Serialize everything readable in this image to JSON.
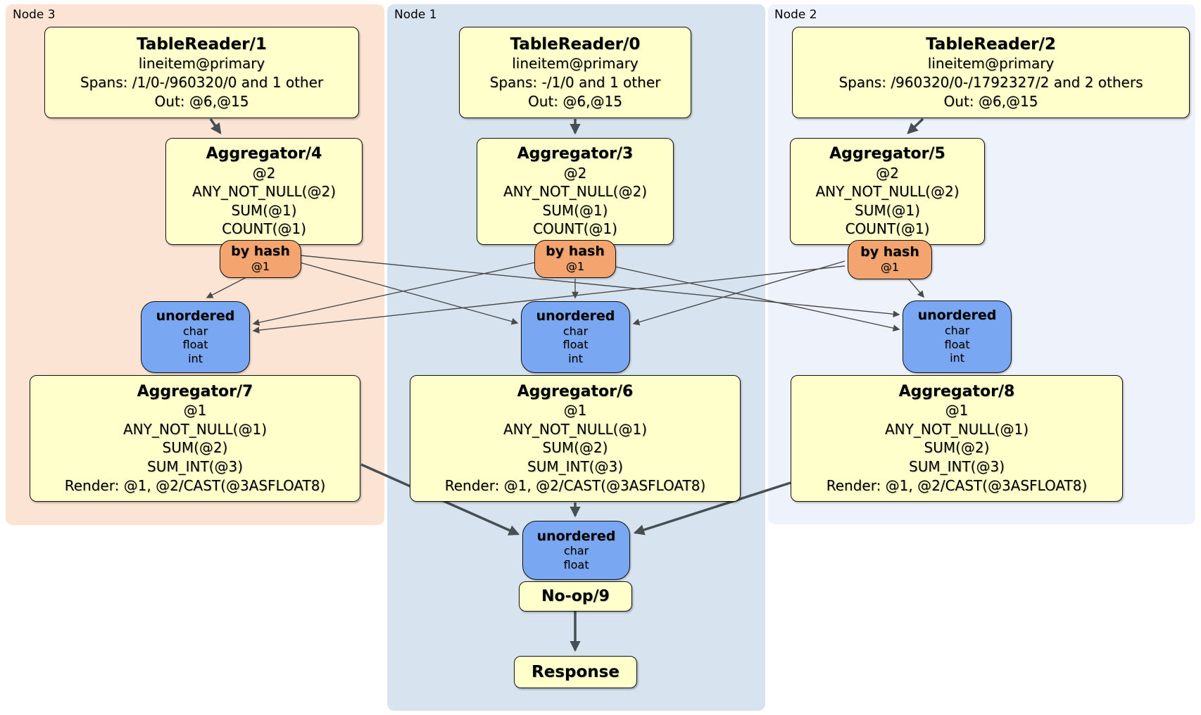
{
  "diagram": {
    "regions": {
      "node3": {
        "label": "Node 3"
      },
      "node1": {
        "label": "Node 1"
      },
      "node2": {
        "label": "Node 2"
      }
    },
    "processors": {
      "tablereader1": {
        "title": "TableReader/1",
        "lines": [
          "lineitem@primary",
          "Spans: /1/0-/960320/0 and 1 other",
          "Out: @6,@15"
        ]
      },
      "aggregator4": {
        "title": "Aggregator/4",
        "lines": [
          "@2",
          "ANY_NOT_NULL(@2)",
          "SUM(@1)",
          "COUNT(@1)"
        ]
      },
      "byhash3": {
        "title": "by hash",
        "lines": [
          "@1"
        ]
      },
      "unordered3": {
        "title": "unordered",
        "lines": [
          "char",
          "float",
          "int"
        ]
      },
      "aggregator7": {
        "title": "Aggregator/7",
        "lines": [
          "@1",
          "ANY_NOT_NULL(@1)",
          "SUM(@2)",
          "SUM_INT(@3)",
          "Render: @1, @2/CAST(@3ASFLOAT8)"
        ]
      },
      "tablereader0": {
        "title": "TableReader/0",
        "lines": [
          "lineitem@primary",
          "Spans: -/1/0 and 1 other",
          "Out: @6,@15"
        ]
      },
      "aggregator3": {
        "title": "Aggregator/3",
        "lines": [
          "@2",
          "ANY_NOT_NULL(@2)",
          "SUM(@1)",
          "COUNT(@1)"
        ]
      },
      "byhash1": {
        "title": "by hash",
        "lines": [
          "@1"
        ]
      },
      "unordered1": {
        "title": "unordered",
        "lines": [
          "char",
          "float",
          "int"
        ]
      },
      "aggregator6": {
        "title": "Aggregator/6",
        "lines": [
          "@1",
          "ANY_NOT_NULL(@1)",
          "SUM(@2)",
          "SUM_INT(@3)",
          "Render: @1, @2/CAST(@3ASFLOAT8)"
        ]
      },
      "tablereader2": {
        "title": "TableReader/2",
        "lines": [
          "lineitem@primary",
          "Spans: /960320/0-/1792327/2 and 2 others",
          "Out: @6,@15"
        ]
      },
      "aggregator5": {
        "title": "Aggregator/5",
        "lines": [
          "@2",
          "ANY_NOT_NULL(@2)",
          "SUM(@1)",
          "COUNT(@1)"
        ]
      },
      "byhash2": {
        "title": "by hash",
        "lines": [
          "@1"
        ]
      },
      "unordered2": {
        "title": "unordered",
        "lines": [
          "char",
          "float",
          "int"
        ]
      },
      "aggregator8": {
        "title": "Aggregator/8",
        "lines": [
          "@1",
          "ANY_NOT_NULL(@1)",
          "SUM(@2)",
          "SUM_INT(@3)",
          "Render: @1, @2/CAST(@3ASFLOAT8)"
        ]
      },
      "unordered_final": {
        "title": "unordered",
        "lines": [
          "char",
          "float"
        ]
      },
      "noop9": {
        "title": "No-op/9"
      },
      "response": {
        "title": "Response"
      }
    },
    "colors": {
      "node3_bg": "#fce4d4",
      "node1_bg": "#d7e3ee",
      "node2_bg": "#eef2fb",
      "processor_bg": "#ffffcc",
      "router_bg": "#f4a56f",
      "sync_bg": "#79a7f1",
      "edge_thick": "#474e54",
      "edge_thin": "#4a4a4a"
    }
  }
}
